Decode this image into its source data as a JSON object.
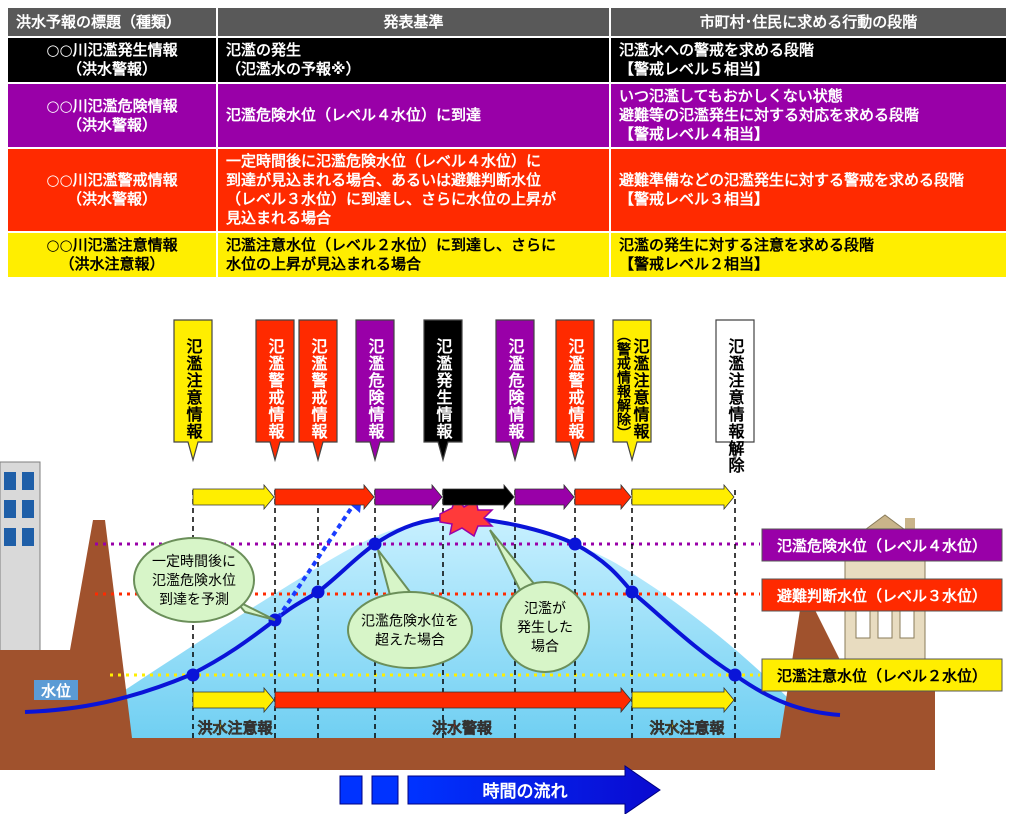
{
  "table": {
    "headers": [
      "洪水予報の標題（種類）",
      "発表基準",
      "市町村･住民に求める行動の段階"
    ],
    "rows": [
      {
        "level": "black",
        "title": [
          "○○川氾濫発生情報",
          "（洪水警報）"
        ],
        "criteria": [
          "氾濫の発生",
          "（氾濫水の予報※）"
        ],
        "action": [
          "氾濫水への警戒を求める段階",
          "【警戒レベル５相当】"
        ]
      },
      {
        "level": "purple",
        "title": [
          "○○川氾濫危険情報",
          "（洪水警報）"
        ],
        "criteria": [
          "氾濫危険水位（レベル４水位）に到達"
        ],
        "action": [
          "いつ氾濫してもおかしくない状態",
          "避難等の氾濫発生に対する対応を求める段階",
          "【警戒レベル４相当】"
        ]
      },
      {
        "level": "red",
        "title": [
          "○○川氾濫警戒情報",
          "（洪水警報）"
        ],
        "criteria": [
          "一定時間後に氾濫危険水位（レベル４水位）に",
          "到達が見込まれる場合、あるいは避難判断水位",
          "（レベル３水位）に到達し、さらに水位の上昇が",
          "見込まれる場合"
        ],
        "action": [
          "避難準備などの氾濫発生に対する警戒を求める段階",
          "【警戒レベル３相当】"
        ]
      },
      {
        "level": "yellow",
        "title": [
          "○○川氾濫注意情報",
          "（洪水注意報）"
        ],
        "criteria": [
          "氾濫注意水位（レベル２水位）に到達し、さらに",
          "水位の上昇が見込まれる場合"
        ],
        "action": [
          "氾濫の発生に対する注意を求める段階",
          "【警戒レベル２相当】"
        ]
      }
    ]
  },
  "announcements": [
    {
      "text": "氾濫注意情報",
      "color": "#ffee00",
      "textColor": "#000000"
    },
    {
      "text": "氾濫警戒情報",
      "color": "#ff2a00",
      "textColor": "#ffffff"
    },
    {
      "text": "氾濫警戒情報",
      "color": "#ff2a00",
      "textColor": "#ffffff"
    },
    {
      "text": "氾濫危険情報",
      "color": "#9900a8",
      "textColor": "#ffffff"
    },
    {
      "text": "氾濫発生情報",
      "color": "#000000",
      "textColor": "#ffffff"
    },
    {
      "text": "氾濫危険情報",
      "color": "#9900a8",
      "textColor": "#ffffff"
    },
    {
      "text": "氾濫警戒情報",
      "color": "#ff2a00",
      "textColor": "#ffffff"
    },
    {
      "text": "氾濫注意情報",
      "subtext": "（警戒情報解除）",
      "color": "#ffee00",
      "textColor": "#000000"
    },
    {
      "text": "氾濫注意情報解除",
      "color": "#ffffff",
      "textColor": "#000000"
    }
  ],
  "level_labels": [
    {
      "text": "氾濫危険水位（レベル４水位）",
      "color": "#9900a8",
      "textColor": "#ffffff"
    },
    {
      "text": "避難判断水位（レベル３水位）",
      "color": "#ff2a00",
      "textColor": "#ffffff"
    },
    {
      "text": "氾濫注意水位（レベル２水位）",
      "color": "#ffee00",
      "textColor": "#000000"
    }
  ],
  "bubbles": [
    {
      "lines": [
        "一定時間後に",
        "氾濫危険水位",
        "到達を予測"
      ]
    },
    {
      "lines": [
        "氾濫危険水位を",
        "超えた場合"
      ]
    },
    {
      "lines": [
        "氾濫が",
        "発生した",
        "場合"
      ]
    }
  ],
  "water_label": "水位",
  "phase_labels": [
    {
      "text": "洪水注意報",
      "color": "#ffee00"
    },
    {
      "text": "洪水警報",
      "color": "#ff2a00"
    },
    {
      "text": "洪水注意報",
      "color": "#ffee00"
    }
  ],
  "time_label": "時間の流れ",
  "colors": {
    "yellow": "#ffee00",
    "red": "#ff2a00",
    "purple": "#9900a8",
    "black": "#000000",
    "blue": "#0a14d8",
    "ground": "#a0522d"
  }
}
